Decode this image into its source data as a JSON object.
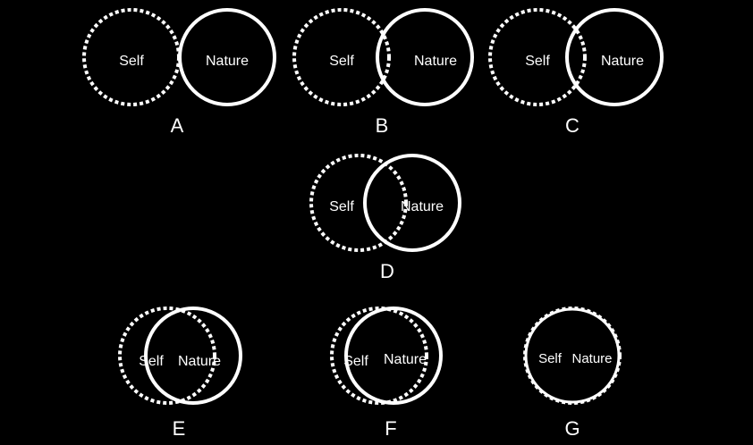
{
  "style": {
    "background": "#000000",
    "stroke": "#ffffff",
    "text": "#ffffff"
  },
  "circle_labels": {
    "self": "Self",
    "nature": "Nature"
  },
  "diagrams": [
    {
      "letter": "A"
    },
    {
      "letter": "B"
    },
    {
      "letter": "C"
    },
    {
      "letter": "D"
    },
    {
      "letter": "E"
    },
    {
      "letter": "F"
    },
    {
      "letter": "G"
    }
  ]
}
